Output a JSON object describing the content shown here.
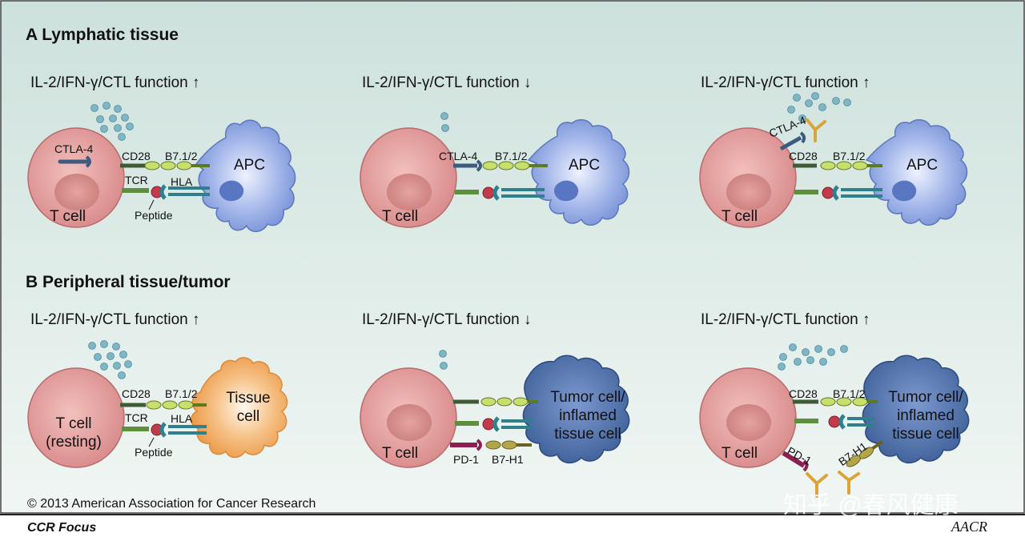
{
  "section_a": "A  Lymphatic tissue",
  "section_b": "B  Peripheral tissue/tumor",
  "function_up": "IL-2/IFN-γ/CTL function ↑",
  "function_down": "IL-2/IFN-γ/CTL function ↓",
  "labels": {
    "ctla4": "CTLA-4",
    "cd28": "CD28",
    "b7": "B7.1/2",
    "tcr": "TCR",
    "hla": "HLA",
    "peptide": "Peptide",
    "apc": "APC",
    "t_cell": "T cell",
    "t_cell_resting_1": "T cell",
    "t_cell_resting_2": "(resting)",
    "tissue_cell_1": "Tissue",
    "tissue_cell_2": "cell",
    "tumor_1": "Tumor cell/",
    "tumor_2": "inflamed",
    "tumor_3": "tissue cell",
    "pd1": "PD-1",
    "b7h1": "B7-H1"
  },
  "copyright": "© 2013 American Association for Cancer Research",
  "footer_left": "CCR Focus",
  "footer_logo": "AACR",
  "watermark": "知乎 @春风健康",
  "colors": {
    "t_cell": "#e8a3a3",
    "apc": "#7f9ad9",
    "tissue_cell": "#f1a55a",
    "tumor_cell": "#4f6fa6",
    "antibody": "#d9a43a",
    "ligand_green": "#a8c850",
    "background_top": "#cfe2df",
    "background_bottom": "#eef5f2"
  }
}
